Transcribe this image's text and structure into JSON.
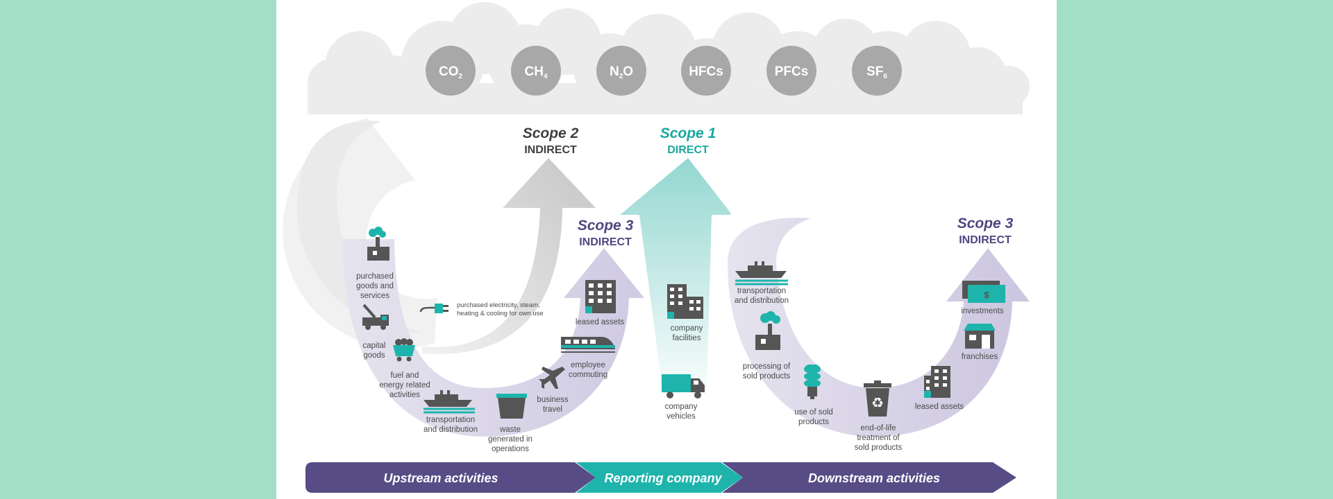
{
  "gases": [
    {
      "base": "CO",
      "sub": "2"
    },
    {
      "base": "CH",
      "sub": "4"
    },
    {
      "base": "N",
      "sub": "2",
      "tail": "O"
    },
    {
      "base": "HFCs",
      "sub": ""
    },
    {
      "base": "PFCs",
      "sub": ""
    },
    {
      "base": "SF",
      "sub": "6"
    }
  ],
  "scopes": {
    "scope2": {
      "title": "Scope 2",
      "subtitle": "INDIRECT"
    },
    "scope1": {
      "title": "Scope 1",
      "subtitle": "DIRECT"
    },
    "scope3_up": {
      "title": "Scope 3",
      "subtitle": "INDIRECT"
    },
    "scope3_down": {
      "title": "Scope 3",
      "subtitle": "INDIRECT"
    }
  },
  "labels": {
    "purchased_goods": [
      "purchased",
      "goods and",
      "services"
    ],
    "capital_goods": [
      "capital",
      "goods"
    ],
    "fuel_energy": [
      "fuel and",
      "energy related",
      "activities"
    ],
    "transport_up": [
      "transportation",
      "and distribution"
    ],
    "waste": [
      "waste",
      "generated in",
      "operations"
    ],
    "business_travel": [
      "business",
      "travel"
    ],
    "employee_commuting": [
      "employee",
      "commuting"
    ],
    "leased_assets_up": [
      "leased assets"
    ],
    "purchased_electricity": [
      "purchased electricity, steam,",
      "heating & cooling for own use"
    ],
    "company_facilities": [
      "company",
      "facilities"
    ],
    "company_vehicles": [
      "company",
      "vehicles"
    ],
    "transport_down": [
      "transportation",
      "and distribution"
    ],
    "processing": [
      "processing of",
      "sold products"
    ],
    "use_sold": [
      "use of sold",
      "products"
    ],
    "end_of_life": [
      "end-of-life",
      "treatment of",
      "sold products"
    ],
    "leased_assets_down": [
      "leased assets"
    ],
    "franchises": [
      "franchises"
    ],
    "investments": [
      "investments"
    ]
  },
  "bands": {
    "upstream": "Upstream activities",
    "reporting": "Reporting company",
    "downstream": "Downstream activities"
  },
  "colors": {
    "purple": "#574c86",
    "teal": "#1eb4ab",
    "gray_circle": "#a8a8a8",
    "scope2_text": "#3f3f3f",
    "scope1_text": "#1aa79e",
    "scope3_text": "#4f4680"
  }
}
